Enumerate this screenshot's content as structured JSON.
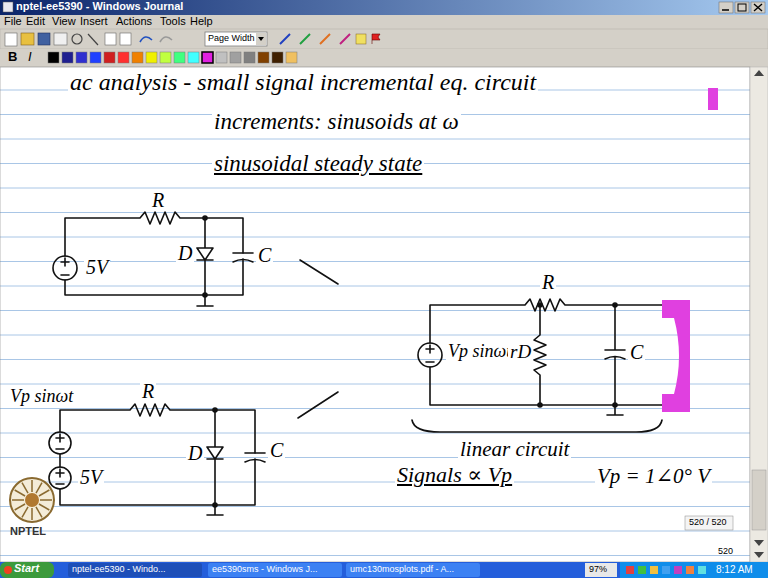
{
  "diagram": {
    "labels": [
      "nptel-ee5390 - Windows Journal",
      "File",
      "Edit",
      "View",
      "Insert",
      "Actions",
      "Tools",
      "Help",
      "Page Width",
      "B",
      "I",
      "ac analysis - small signal incremental eq. circuit",
      "increments: sinusoids at ω",
      "sinusoidal steady state",
      "R",
      "5V",
      "D",
      "C",
      "R",
      "Vp sinωt",
      "rD",
      "C",
      "Vp sinωt",
      "R",
      "5V",
      "D",
      "C",
      "linear circuit",
      "Signals ∝ Vp",
      "Vp = 1∠0° V",
      "520 / 520",
      "520",
      "NPTEL",
      "Start",
      "nptel-ee5390 - Windo...",
      "ee5390sms - Windows J...",
      "umc130mosplots.pdf - A...",
      "97%",
      "8:12 AM"
    ]
  }
}
